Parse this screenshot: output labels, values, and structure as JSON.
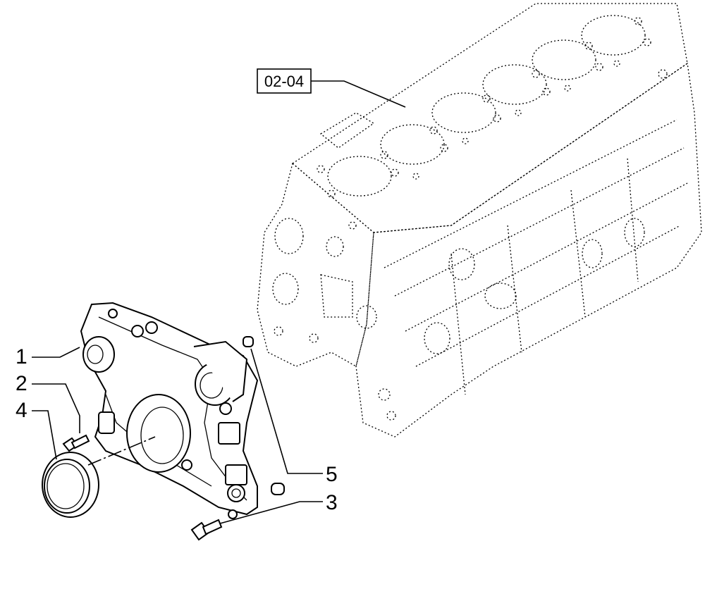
{
  "diagram": {
    "reference_box": "02-04",
    "callouts": [
      {
        "id": "1",
        "label": "1"
      },
      {
        "id": "2",
        "label": "2"
      },
      {
        "id": "4",
        "label": "4"
      },
      {
        "id": "5",
        "label": "5"
      },
      {
        "id": "3",
        "label": "3"
      }
    ]
  }
}
